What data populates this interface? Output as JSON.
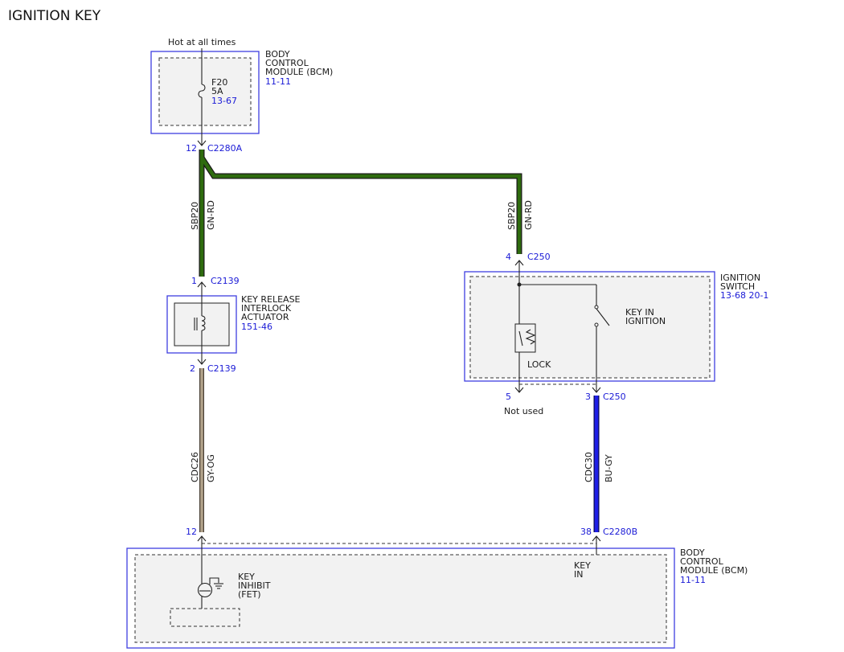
{
  "title": "IGNITION KEY",
  "power_label": "Hot at all times",
  "bcm_top": {
    "name_lines": [
      "BODY",
      "CONTROL",
      "MODULE (BCM)"
    ],
    "ref": "11-11",
    "fuse": {
      "name": "F20",
      "rating": "5A",
      "ref": "13-67"
    }
  },
  "connectors": {
    "c2280a": {
      "pin": "12",
      "name": "C2280A"
    },
    "c2139_top": {
      "pin": "1",
      "name": "C2139"
    },
    "c2139_bot": {
      "pin": "2",
      "name": "C2139"
    },
    "c250_top": {
      "pin": "4",
      "name": "C250"
    },
    "c250_pin5": {
      "pin": "5"
    },
    "c250_pin3": {
      "pin": "3",
      "name": "C250"
    },
    "bcm_left_pin": {
      "pin": "12"
    },
    "c2280b": {
      "pin": "38",
      "name": "C2280B"
    }
  },
  "wires": {
    "left_upper": {
      "circuit": "SBP20",
      "color": "GN-RD"
    },
    "right_upper": {
      "circuit": "SBP20",
      "color": "GN-RD"
    },
    "left_lower": {
      "circuit": "CDC26",
      "color": "GY-OG"
    },
    "right_lower": {
      "circuit": "CDC30",
      "color": "BU-GY"
    }
  },
  "actuator": {
    "name_lines": [
      "KEY RELEASE",
      "INTERLOCK",
      "ACTUATOR"
    ],
    "ref": "151-46"
  },
  "ignition_switch": {
    "name_lines": [
      "IGNITION",
      "SWITCH"
    ],
    "ref": "13-68 20-1",
    "lock_label": "LOCK",
    "key_in_lines": [
      "KEY IN",
      "IGNITION"
    ]
  },
  "not_used": "Not used",
  "bcm_bottom": {
    "name_lines": [
      "BODY",
      "CONTROL",
      "MODULE (BCM)"
    ],
    "ref": "11-11",
    "key_inhibit_lines": [
      "KEY",
      "INHIBIT",
      "(FET)"
    ],
    "key_in_lines": [
      "KEY",
      "IN"
    ]
  },
  "colors": {
    "module_border": "#3f3fe0",
    "ref_text": "#1a1ad6",
    "gn_rd_wire": "#2e6b0e",
    "gy_og_wire": "#b2a38b",
    "bu_gy_wire": "#1f1fe6"
  }
}
